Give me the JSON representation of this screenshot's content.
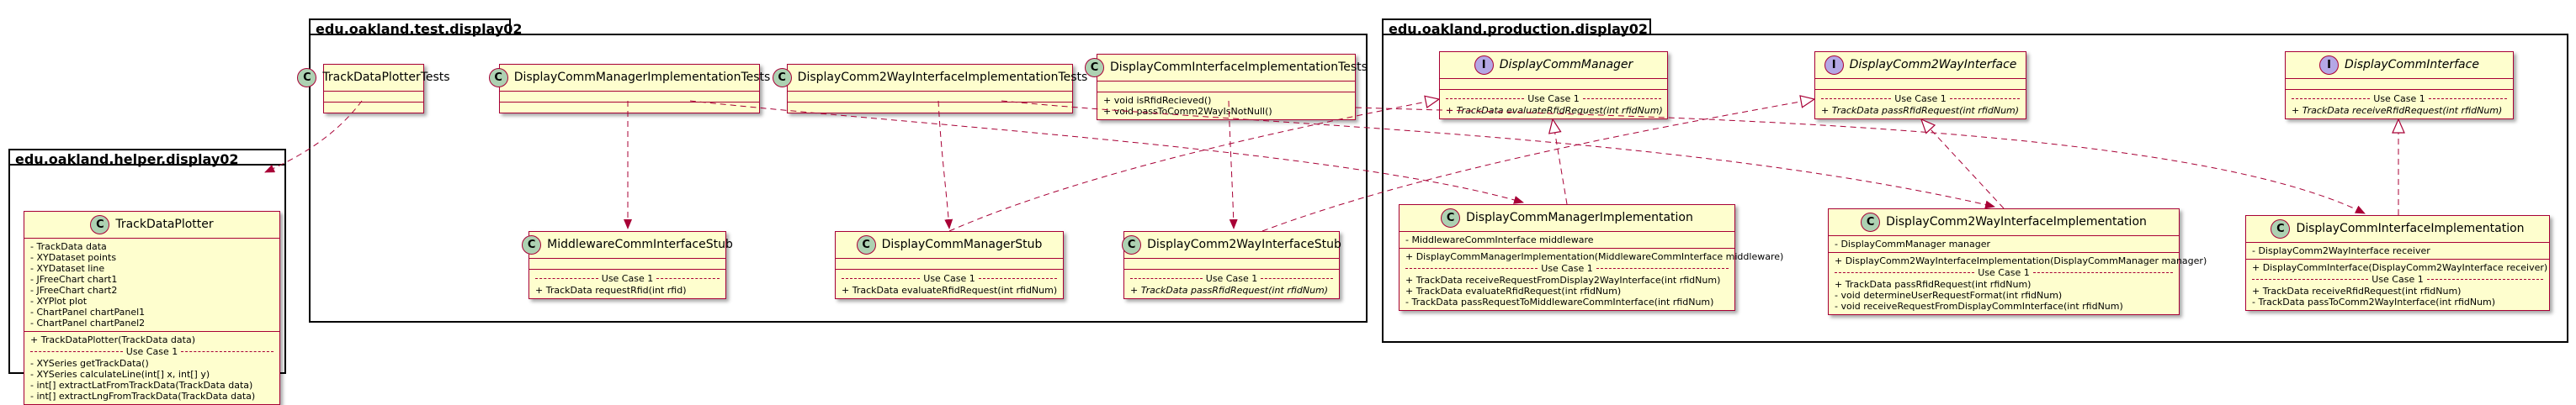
{
  "packages": {
    "helper": "edu.oakland.helper.display02",
    "test": "edu.oakland.test.display02",
    "production": "edu.oakland.production.display02"
  },
  "badges": {
    "class": "C",
    "interface": "I"
  },
  "classes": {
    "track_data_plotter": {
      "name": "TrackDataPlotter",
      "fields": [
        "- TrackData data",
        "- XYDataset points",
        "- XYDataset line",
        "- JFreeChart chart1",
        "- JFreeChart chart2",
        "- XYPlot plot",
        "- ChartPanel chartPanel1",
        "- ChartPanel chartPanel2"
      ],
      "m1": [
        "+ TrackDataPlotter(TrackData data)"
      ],
      "divider": "Use Case 1",
      "m2": [
        "- XYSeries getTrackData()",
        "- XYSeries calculateLine(int[] x, int[] y)",
        "- int[] extractLatFromTrackData(TrackData data)",
        "- int[] extractLngFromTrackData(TrackData data)"
      ]
    },
    "track_data_plotter_tests": {
      "name": "TrackDataPlotterTests"
    },
    "dcm_impl_tests": {
      "name": "DisplayCommManagerImplementationTests"
    },
    "dc2w_impl_tests": {
      "name": "DisplayComm2WayInterfaceImplementationTests"
    },
    "dci_impl_tests": {
      "name": "DisplayCommInterfaceImplementationTests",
      "methods": [
        "+ void isRfidRecieved()",
        "+ void passToComm2WayIsNotNull()"
      ]
    },
    "middleware_stub": {
      "name": "MiddlewareCommInterfaceStub",
      "divider": "Use Case 1",
      "methods": [
        "+ TrackData requestRfid(int rfid)"
      ]
    },
    "dcm_stub": {
      "name": "DisplayCommManagerStub",
      "divider": "Use Case 1",
      "methods": [
        "+ TrackData evaluateRfidRequest(int rfidNum)"
      ]
    },
    "dc2w_stub": {
      "name": "DisplayComm2WayInterfaceStub",
      "divider": "Use Case 1",
      "methods": [
        "+ TrackData passRfidRequest(int rfidNum)"
      ]
    },
    "dcm_iface": {
      "name": "DisplayCommManager",
      "divider": "Use Case 1",
      "methods": [
        "+ TrackData evaluateRfidRequest(int rfidNum)"
      ]
    },
    "dc2w_iface": {
      "name": "DisplayComm2WayInterface",
      "divider": "Use Case 1",
      "methods": [
        "+ TrackData passRfidRequest(int rfidNum)"
      ]
    },
    "dci_iface": {
      "name": "DisplayCommInterface",
      "divider": "Use Case 1",
      "methods": [
        "+ TrackData receiveRfidRequest(int rfidNum)"
      ]
    },
    "dcm_impl": {
      "name": "DisplayCommManagerImplementation",
      "fields": [
        "- MiddlewareCommInterface middleware"
      ],
      "m1": [
        "+ DisplayCommManagerImplementation(MiddlewareCommInterface middleware)"
      ],
      "divider": "Use Case 1",
      "m2": [
        "+ TrackData receiveRequestFromDisplay2WayInterface(int rfidNum)",
        "+ TrackData evaluateRfidRequest(int rfidNum)",
        "- TrackData passRequestToMiddlewareCommInterface(int rfidNum)"
      ]
    },
    "dc2w_impl": {
      "name": "DisplayComm2WayInterfaceImplementation",
      "fields": [
        "- DisplayCommManager manager"
      ],
      "m1": [
        "+ DisplayComm2WayInterfaceImplementation(DisplayCommManager manager)"
      ],
      "divider": "Use Case 1",
      "m2": [
        "+ TrackData passRfidRequest(int rfidNum)",
        "- void determineUserRequestFormat(int rfidNum)",
        "- void receiveRequestFromDisplayCommInterface(int rfidNum)"
      ]
    },
    "dci_impl": {
      "name": "DisplayCommInterfaceImplementation",
      "fields": [
        "- DisplayComm2WayInterface receiver"
      ],
      "m1": [
        "+ DisplayCommInterface(DisplayComm2WayInterface receiver)"
      ],
      "divider": "Use Case 1",
      "m2": [
        "+ TrackData receiveRfidRequest(int rfidNum)",
        "- TrackData passToComm2WayInterface(int rfidNum)"
      ]
    }
  },
  "colors": {
    "class_fill": "#fefece",
    "class_border": "#a80036",
    "class_badge": "#add1b2",
    "interface_badge": "#b4a7e5",
    "arrow": "#a80036"
  }
}
